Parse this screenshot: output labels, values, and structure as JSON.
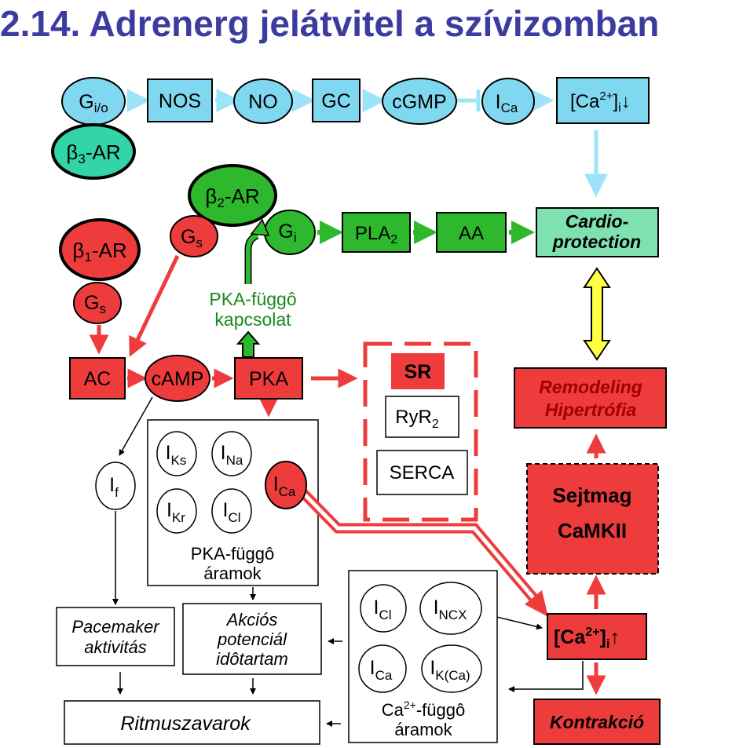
{
  "title": "2.14. Adrenerg jelátvitel a szívizomban",
  "nodes": {
    "gio": {
      "main": "G",
      "sub": "i/o"
    },
    "nos": "NOS",
    "no": "NO",
    "gc": "GC",
    "cgmp": "cGMP",
    "ica_top": {
      "main": "I",
      "sub": "Ca"
    },
    "ca_top": {
      "pre": "[Ca",
      "sup": "2+",
      "mid": "]",
      "sub": "i",
      "arrow": "↓"
    },
    "b3ar": {
      "greek": "β",
      "sub": "3",
      "rest": "-AR"
    },
    "b2ar": {
      "greek": "β",
      "sub": "2",
      "rest": "-AR"
    },
    "b1ar": {
      "greek": "β",
      "sub": "1",
      "rest": "-AR"
    },
    "gs_b2": {
      "main": "G",
      "sub": "s"
    },
    "gs_b1": {
      "main": "G",
      "sub": "s"
    },
    "gi": {
      "main": "G",
      "sub": "i"
    },
    "pla2": {
      "main": "PLA",
      "sub": "2"
    },
    "aa": "AA",
    "cardioprotection": [
      "Cardio-",
      "protection"
    ],
    "pka_link": [
      "PKA-függô",
      "kapcsolat"
    ],
    "ac": "AC",
    "camp": "cAMP",
    "pka": "PKA",
    "sr": "SR",
    "ryr2": {
      "main": "RyR",
      "sub": "2"
    },
    "serca": "SERCA",
    "remodeling": [
      "Remodeling",
      "Hipertrófia"
    ],
    "if": {
      "main": "I",
      "sub": "f"
    },
    "iks": {
      "main": "I",
      "sub": "Ks"
    },
    "ina": {
      "main": "I",
      "sub": "Na"
    },
    "ikr": {
      "main": "I",
      "sub": "Kr"
    },
    "icl_pka": {
      "main": "I",
      "sub": "Cl"
    },
    "ica_pka": {
      "main": "I",
      "sub": "Ca"
    },
    "pka_currents": [
      "PKA-függô",
      "áramok"
    ],
    "sejtmag": [
      "Sejtmag",
      "CaMKII"
    ],
    "pacemaker": [
      "Pacemaker",
      "aktivitás"
    ],
    "ap_duration": [
      "Akciós",
      "potenciál",
      "idôtartam"
    ],
    "icl_ca": {
      "main": "I",
      "sub": "Cl"
    },
    "incx": {
      "main": "I",
      "sub": "NCX"
    },
    "ica_ca": {
      "main": "I",
      "sub": "Ca"
    },
    "ikca": {
      "main": "I",
      "sub": "K(Ca)"
    },
    "ca_currents": {
      "pre": "Ca",
      "sup": "2+",
      "rest": "-függô",
      "line2": "áramok"
    },
    "ca_mid": {
      "pre": "[Ca",
      "sup": "2+",
      "mid": "]",
      "sub": "i",
      "arrow": "↑"
    },
    "ritmus": "Ritmuszavarok",
    "kontrakcio": "Kontrakció"
  },
  "colors": {
    "title": "#3c3ca0",
    "cyan": "#7fd8f0",
    "cyan_arrow": "#9ee4f8",
    "green": "#2db82d",
    "green_light": "#7fe0b0",
    "green_text": "#1a8a1a",
    "red": "#ee3c3c",
    "red_arrow": "#ee3c3c",
    "yellow": "#ffff44",
    "remodeling_text": "#a00000"
  }
}
